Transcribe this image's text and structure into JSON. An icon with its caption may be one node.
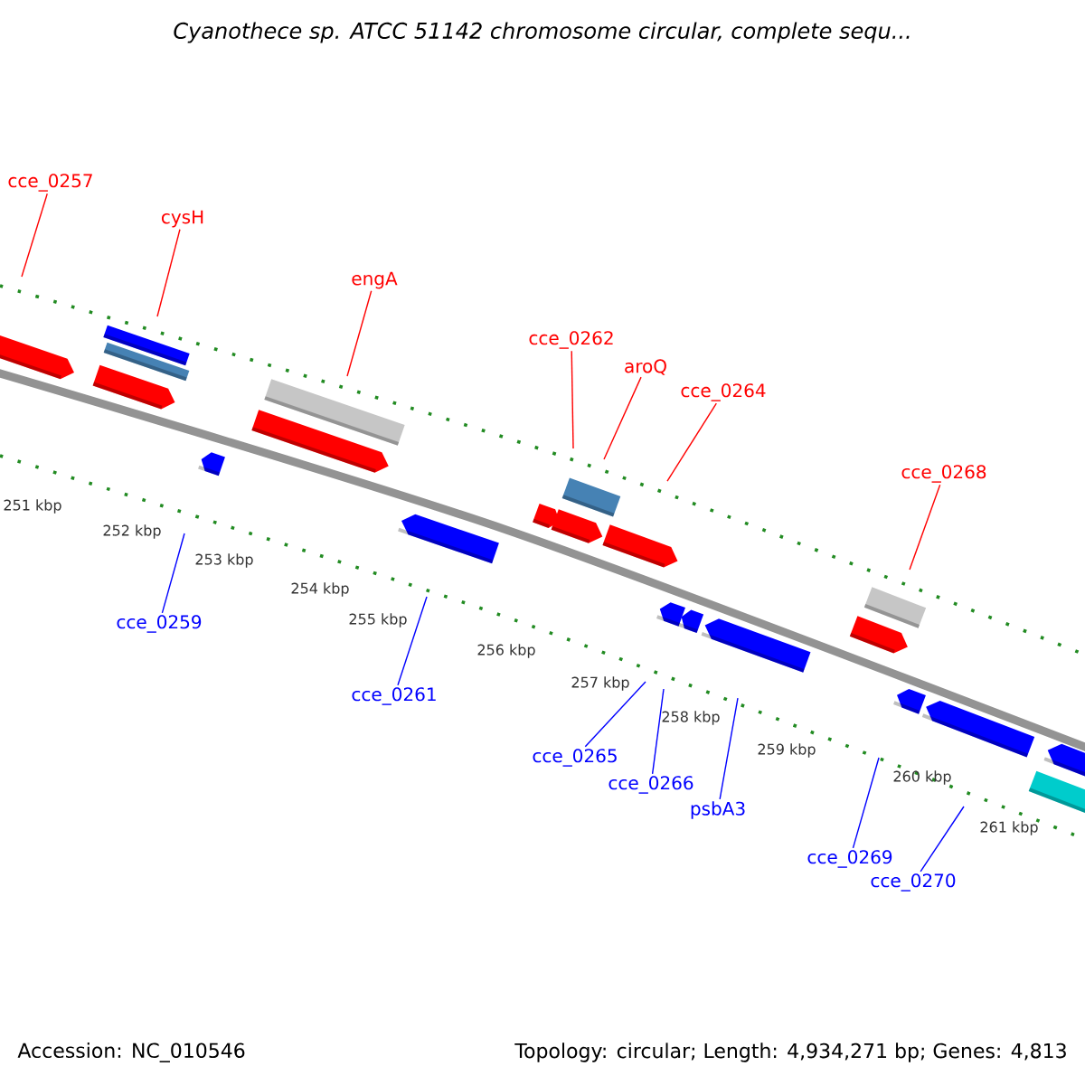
{
  "diagram": {
    "title": "Cyanothece sp. ATCC 51142 chromosome circular, complete sequ...",
    "nodes": [
      {
        "text": [
          "cce_0257"
        ]
      },
      {
        "text": [
          "cysH"
        ]
      },
      {
        "text": [
          "engA"
        ]
      },
      {
        "text": [
          "cce_0262"
        ]
      },
      {
        "text": [
          "aroQ"
        ]
      },
      {
        "text": [
          "cce_0264"
        ]
      },
      {
        "text": [
          "cce_0268"
        ]
      },
      {
        "text": [
          "cce_0259"
        ]
      },
      {
        "text": [
          "cce_0261"
        ]
      },
      {
        "text": [
          "cce_0265"
        ]
      },
      {
        "text": [
          "cce_0266"
        ]
      },
      {
        "text": [
          "psbA3"
        ]
      },
      {
        "text": [
          "cce_0269"
        ]
      },
      {
        "text": [
          "cce_0270"
        ]
      }
    ],
    "edges": [
      {
        "from": 0,
        "to": null,
        "arrow": "none",
        "color": "#ff0000"
      },
      {
        "from": 1,
        "to": null,
        "arrow": "none",
        "color": "#ff0000"
      },
      {
        "from": 2,
        "to": null,
        "arrow": "none",
        "color": "#ff0000"
      },
      {
        "from": 3,
        "to": null,
        "arrow": "none",
        "color": "#ff0000"
      },
      {
        "from": 4,
        "to": null,
        "arrow": "none",
        "color": "#ff0000"
      },
      {
        "from": 5,
        "to": null,
        "arrow": "none",
        "color": "#ff0000"
      },
      {
        "from": 6,
        "to": null,
        "arrow": "none",
        "color": "#ff0000"
      },
      {
        "from": 7,
        "to": null,
        "arrow": "none",
        "color": "#0000ff"
      },
      {
        "from": 8,
        "to": null,
        "arrow": "none",
        "color": "#0000ff"
      },
      {
        "from": 9,
        "to": null,
        "arrow": "none",
        "color": "#0000ff"
      },
      {
        "from": 10,
        "to": null,
        "arrow": "none",
        "color": "#0000ff"
      },
      {
        "from": 11,
        "to": null,
        "arrow": "none",
        "color": "#0000ff"
      },
      {
        "from": 12,
        "to": null,
        "arrow": "none",
        "color": "#0000ff"
      },
      {
        "from": 13,
        "to": null,
        "arrow": "none",
        "color": "#0000ff"
      }
    ],
    "labels": [
      "251 kbp",
      "252 kbp",
      "253 kbp",
      "254 kbp",
      "255 kbp",
      "256 kbp",
      "257 kbp",
      "258 kbp",
      "259 kbp",
      "260 kbp",
      "261 kbp",
      "Accession: NC_010546",
      "Topology: circular; Length: 4,934,271 bp; Genes: 4,813"
    ]
  }
}
